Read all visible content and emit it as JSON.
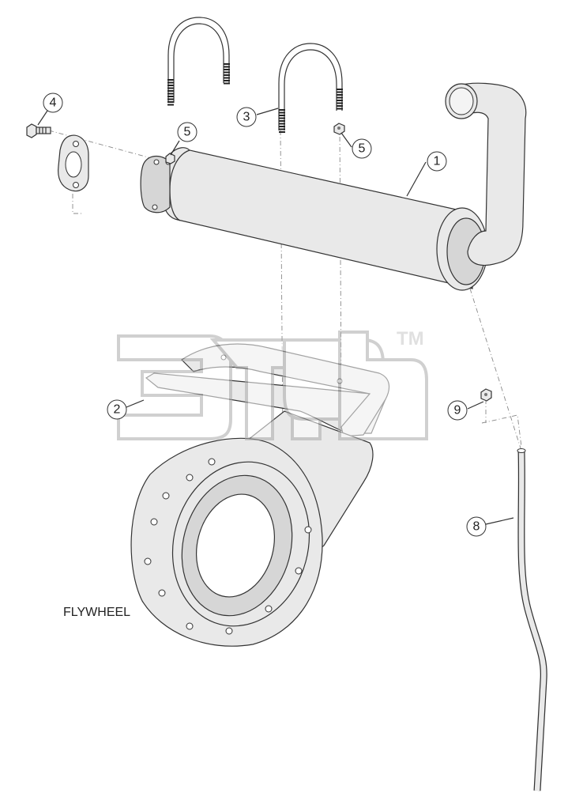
{
  "diagram": {
    "text_labels": {
      "flywheel": "FLYWHEEL"
    },
    "callouts": [
      "1",
      "2",
      "3",
      "4",
      "5",
      "5",
      "8",
      "9"
    ],
    "watermark": {
      "trademark": "TM"
    },
    "colors": {
      "line": "#333333",
      "fill": "#e9e9e9",
      "background": "#ffffff",
      "watermark": "#c8c8c8"
    }
  }
}
